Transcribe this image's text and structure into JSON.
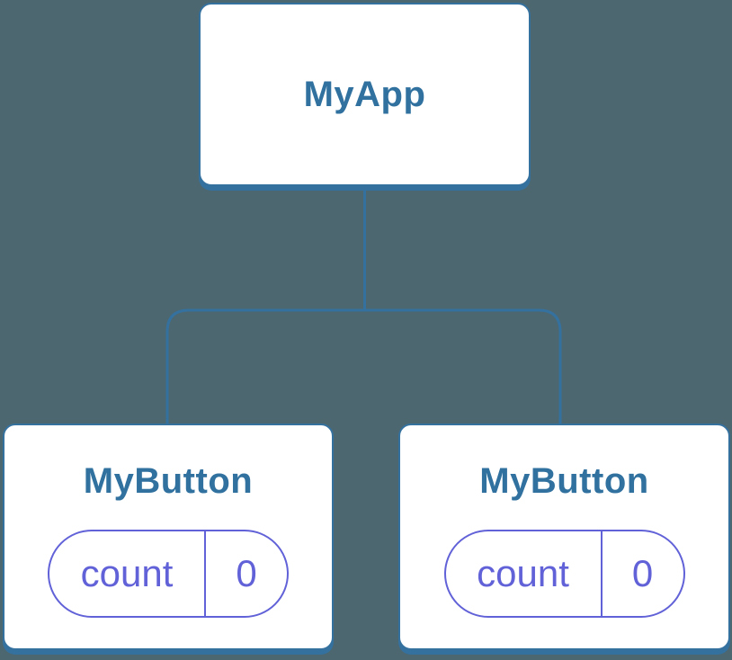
{
  "colors": {
    "background": "#4C6770",
    "node_background": "#FFFFFF",
    "tree_blue": "#35719F",
    "label_blue": "#30719F",
    "state_purple": "#6161D8"
  },
  "diagram": {
    "root": {
      "label": "MyApp"
    },
    "children": [
      {
        "label": "MyButton",
        "state": {
          "name": "count",
          "value": "0"
        }
      },
      {
        "label": "MyButton",
        "state": {
          "name": "count",
          "value": "0"
        }
      }
    ]
  }
}
